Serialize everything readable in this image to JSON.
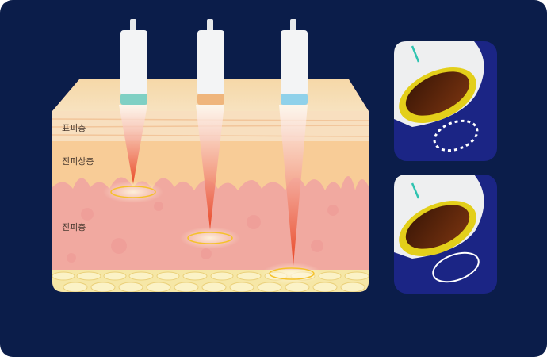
{
  "layers": {
    "epidermis": "표피층",
    "upper_dermis": "진피상층",
    "dermis": "진피층"
  },
  "devices": [
    {
      "name": "device-1",
      "band_color": "#7fd0c4",
      "focus_layer": "upper_dermis"
    },
    {
      "name": "device-2",
      "band_color": "#efb57c",
      "focus_layer": "dermis"
    },
    {
      "name": "device-3",
      "band_color": "#8fd1ea",
      "focus_layer": "fat"
    }
  ],
  "insets": [
    {
      "name": "dotted-ring-inset",
      "ring_style": "dotted"
    },
    {
      "name": "solid-ring-inset",
      "ring_style": "solid"
    }
  ]
}
